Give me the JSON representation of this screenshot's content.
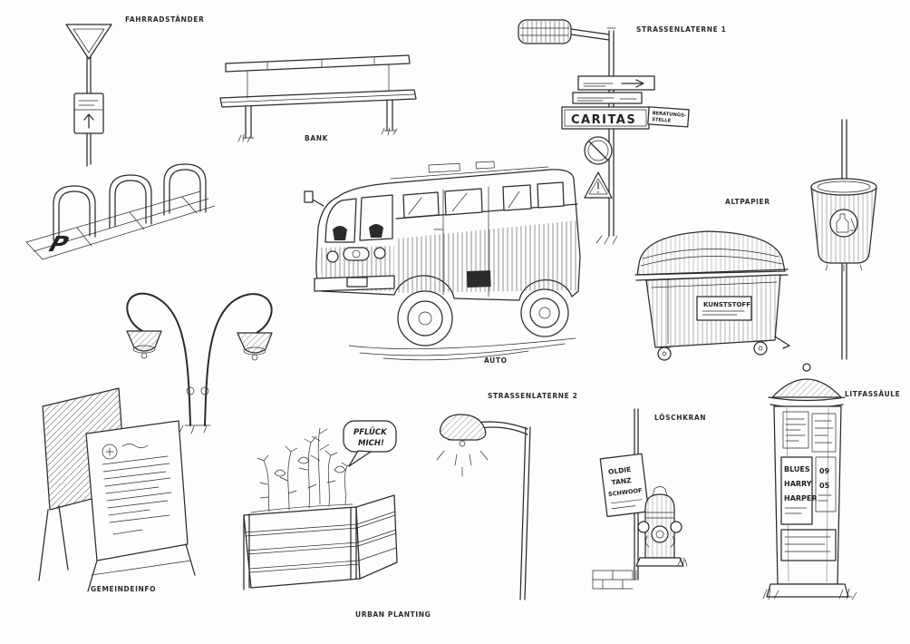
{
  "page": {
    "background": "#fdfdfb",
    "ink": "#2b2b2b"
  },
  "captions": {
    "bike_rack": "FAHRRADSTÄNDER",
    "bench": "BANK",
    "street_lamp_1": "STRASSENLATERNE 1",
    "van": "AUTO",
    "dumpster": "ALTPAPIER",
    "street_lamp_2": "STRASSENLATERNE 2",
    "info_board": "GEMEINDEINFO",
    "planter": "URBAN PLANTING",
    "hydrant": "LÖSCHKRAN",
    "advertising_column": "LITFASSÄULE"
  },
  "signs": {
    "ground_parking": "P",
    "caritas": "CARITAS",
    "caritas_sub1": "BERATUNGS-",
    "caritas_sub2": "STELLE",
    "dumpster_plate": "KUNSTSTOFF",
    "speech_line1": "PFLÜCK",
    "speech_line2": "MICH!",
    "poster_line1": "OLDIE",
    "poster_line2": "TANZ",
    "poster_line3": "SCHWOOF",
    "column_line1": "BLUES",
    "column_line2": "HARRY",
    "column_line3": "HARPER",
    "column_line4": "09",
    "column_line5": "05"
  }
}
